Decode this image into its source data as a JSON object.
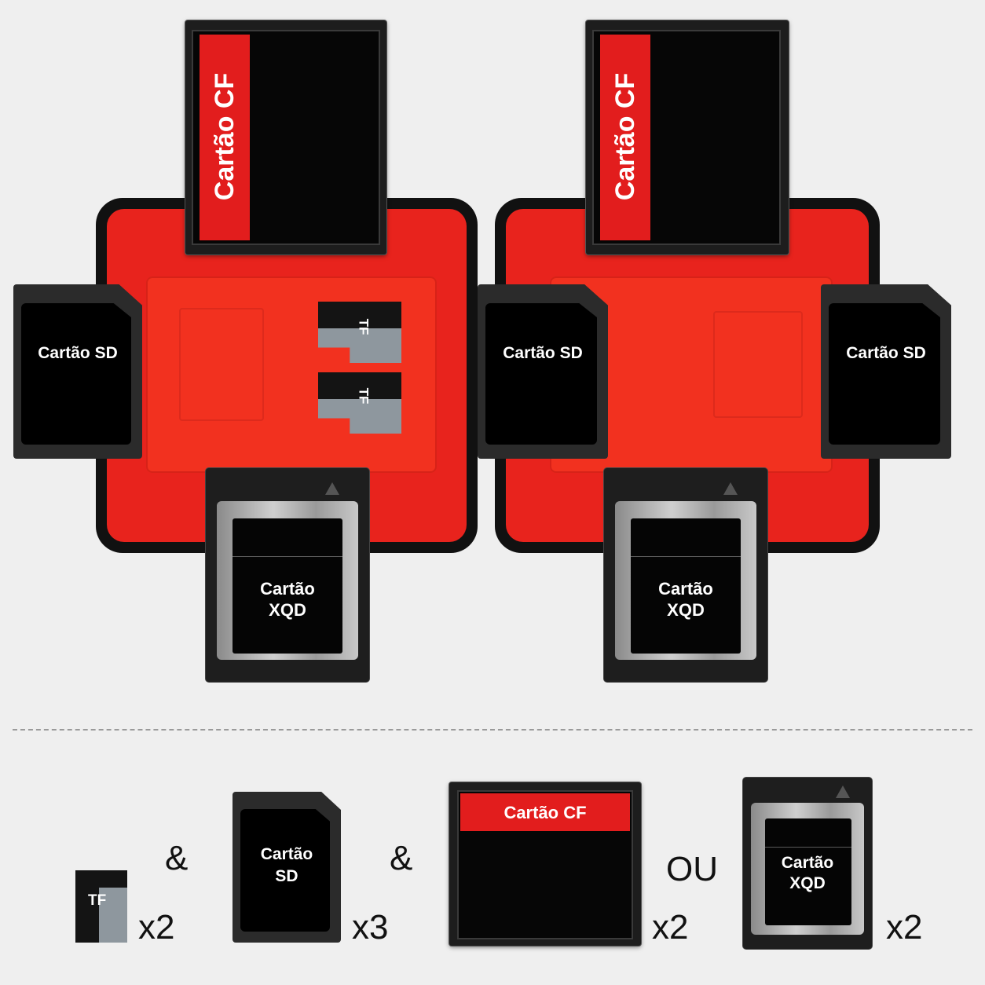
{
  "labels": {
    "cf": "Cartão CF",
    "sd": "Cartão SD",
    "sd_line1": "Cartão",
    "sd_line2": "SD",
    "tf": "TF",
    "xqd_line1": "Cartão",
    "xqd_line2": "XQD"
  },
  "legend": {
    "tf_count": "x2",
    "sd_count": "x3",
    "cf_count": "x2",
    "xqd_count": "x2",
    "amp1": "&",
    "amp2": "&",
    "or": "OU"
  },
  "colors": {
    "case_black": "#111111",
    "case_red": "#e8231d",
    "card_red": "#e21d1d",
    "card_black": "#060606",
    "background": "#efefef",
    "tf_grey": "#8e979e"
  }
}
